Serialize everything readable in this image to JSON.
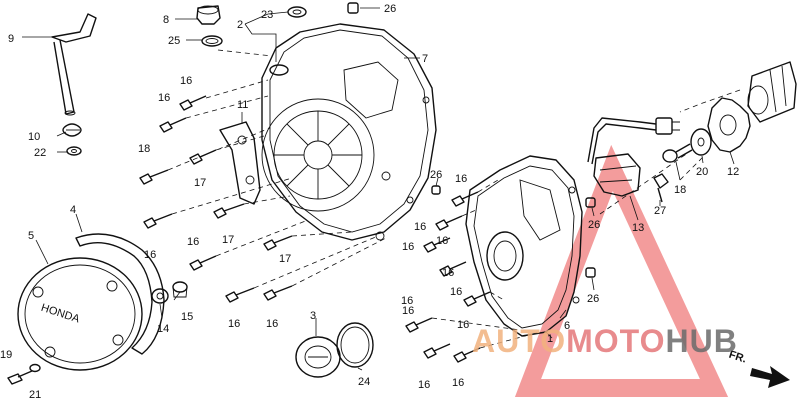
{
  "diagram": {
    "labels": [
      {
        "id": "l9",
        "text": "9"
      },
      {
        "id": "l8",
        "text": "8"
      },
      {
        "id": "l2",
        "text": "2"
      },
      {
        "id": "l23",
        "text": "23"
      },
      {
        "id": "l26a",
        "text": "26"
      },
      {
        "id": "l25",
        "text": "25"
      },
      {
        "id": "l7",
        "text": "7"
      },
      {
        "id": "l16a",
        "text": "16"
      },
      {
        "id": "l16b",
        "text": "16"
      },
      {
        "id": "l11",
        "text": "11"
      },
      {
        "id": "l10",
        "text": "10"
      },
      {
        "id": "l22",
        "text": "22"
      },
      {
        "id": "l18a",
        "text": "18"
      },
      {
        "id": "l17a",
        "text": "17"
      },
      {
        "id": "l26b",
        "text": "26"
      },
      {
        "id": "l16c",
        "text": "16"
      },
      {
        "id": "l16d",
        "text": "16"
      },
      {
        "id": "l17b",
        "text": "17"
      },
      {
        "id": "l16e",
        "text": "16"
      },
      {
        "id": "l16f",
        "text": "16"
      },
      {
        "id": "l4",
        "text": "4"
      },
      {
        "id": "l5",
        "text": "5"
      },
      {
        "id": "l16g",
        "text": "16"
      },
      {
        "id": "l17c",
        "text": "17"
      },
      {
        "id": "l16h",
        "text": "16"
      },
      {
        "id": "l16i",
        "text": "16"
      },
      {
        "id": "l26c",
        "text": "26"
      },
      {
        "id": "l13",
        "text": "13"
      },
      {
        "id": "l27",
        "text": "27"
      },
      {
        "id": "l18b",
        "text": "18"
      },
      {
        "id": "l20",
        "text": "20"
      },
      {
        "id": "l12",
        "text": "12"
      },
      {
        "id": "l16j",
        "text": "16"
      },
      {
        "id": "l26d",
        "text": "26"
      },
      {
        "id": "l14",
        "text": "14"
      },
      {
        "id": "l15",
        "text": "15"
      },
      {
        "id": "l16k",
        "text": "16"
      },
      {
        "id": "l16l",
        "text": "16"
      },
      {
        "id": "l3",
        "text": "3"
      },
      {
        "id": "l16m",
        "text": "16"
      },
      {
        "id": "l16n",
        "text": "16"
      },
      {
        "id": "l1",
        "text": "1"
      },
      {
        "id": "l6",
        "text": "6"
      },
      {
        "id": "l24",
        "text": "24"
      },
      {
        "id": "l19",
        "text": "19"
      },
      {
        "id": "l21",
        "text": "21"
      },
      {
        "id": "l16o",
        "text": "16"
      },
      {
        "id": "l16p",
        "text": "16"
      },
      {
        "id": "l16q",
        "text": "16"
      }
    ],
    "cover_emblem": "HONDA",
    "direction_marker": "FR."
  },
  "watermark": {
    "part1": "AUTO",
    "part2": "MOTO",
    "part3": "HUB",
    "triangle_color": "#e94b4b",
    "colors": {
      "auto": "#f2b27e",
      "moto": "#e5777a",
      "hub": "#6b6b6b"
    }
  }
}
